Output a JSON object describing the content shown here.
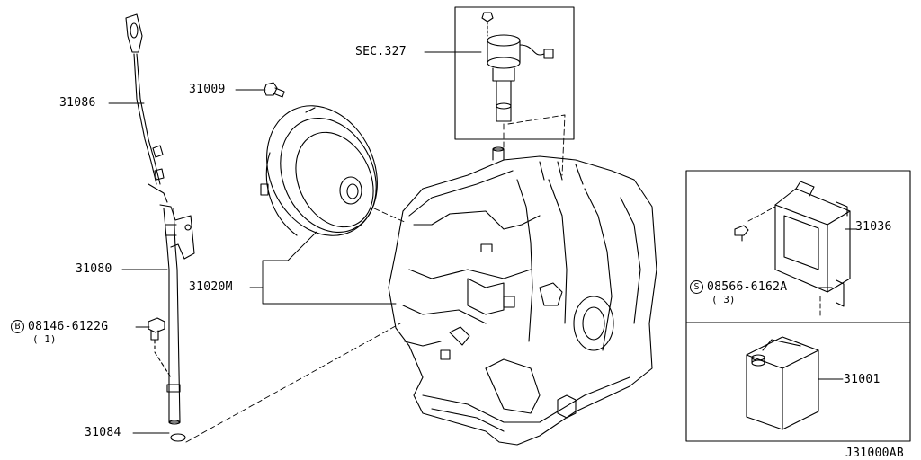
{
  "labels": {
    "p31086": "31086",
    "p31009": "31009",
    "sec327": "SEC.327",
    "p31080": "31080",
    "p31020m": "31020M",
    "p08146": "08146-6122G",
    "p08146_qty": "( 1)",
    "p31084": "31084",
    "p31036": "31036",
    "p08566": "08566-6162A",
    "p08566_qty": "( 3)",
    "p31001": "31001",
    "diagram_code": "J31000AB"
  },
  "symbols": {
    "bolt_b": "B",
    "bolt_s": "S"
  }
}
